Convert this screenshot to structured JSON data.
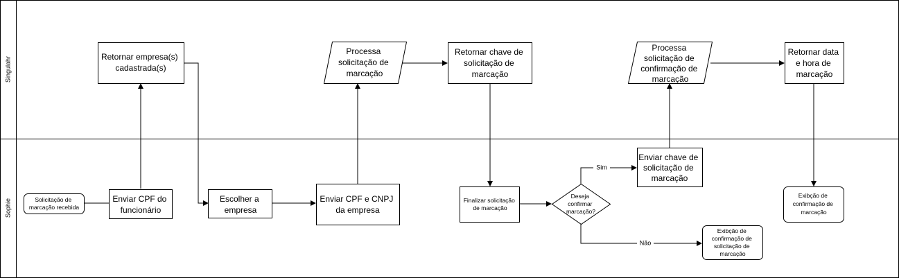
{
  "lanes": {
    "top": "Singulahr",
    "bottom": "Sophie"
  },
  "nodes": {
    "retornar_empresas": [
      "Retornar empresa(s)",
      "cadastrada(s)"
    ],
    "processa_solicitacao": [
      "Processa",
      "solicitação de",
      "marcação"
    ],
    "retornar_chave": [
      "Retornar chave de",
      "solicitação de",
      "marcação"
    ],
    "processa_confirmacao": [
      "Processa",
      "solicitação de",
      "confirmação de",
      "marcação"
    ],
    "retornar_data_hora": [
      "Retornar data",
      "e hora de",
      "marcação"
    ],
    "solicitacao_recebida": [
      "Solicitação de",
      "marcação recebida"
    ],
    "enviar_cpf": [
      "Enviar CPF do",
      "funcionário"
    ],
    "escolher_empresa": [
      "Escolher a",
      "empresa"
    ],
    "enviar_cpf_cnpj": [
      "Enviar CPF e CNPJ",
      "da empresa"
    ],
    "finalizar_solicitacao": [
      "Finalizar solicitação",
      "de marcação"
    ],
    "deseja_confirmar": [
      "Deseja",
      "confirmar",
      "marcação?"
    ],
    "enviar_chave": [
      "Enviar chave de",
      "solicitação de",
      "marcação"
    ],
    "exibicao_confirmacao_nao": [
      "Exibção de",
      "confirmação de",
      "solicitação de",
      "marcação"
    ],
    "exibicao_confirmacao_final": [
      "Exibção de",
      "confirmação de",
      "marcação"
    ]
  },
  "edges": {
    "sim": "Sim",
    "nao": "Não"
  }
}
